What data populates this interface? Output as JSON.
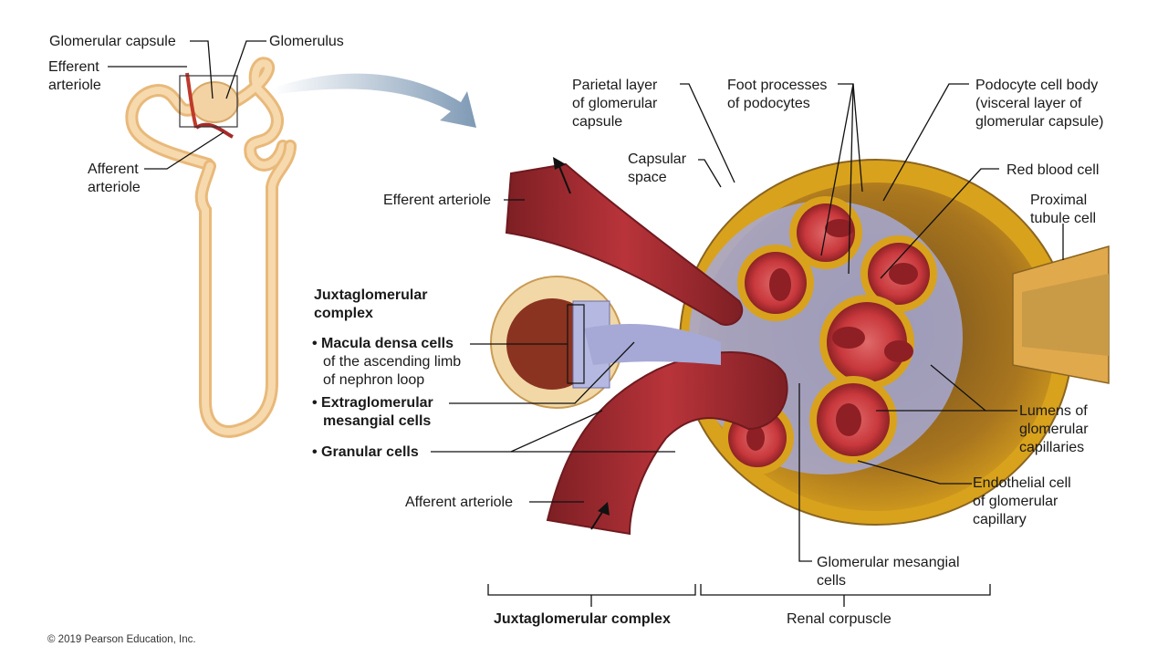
{
  "colors": {
    "nephron": "#f1ca96",
    "arteriole_red": "#b8343a",
    "capsule_gold": "#d9a21c",
    "mesangial_blue": "#8f93c6",
    "pointer_arrow": "#8fa8c0"
  },
  "labels": {
    "glomerular_capsule": "Glomerular capsule",
    "glomerulus": "Glomerulus",
    "efferent_arteriole_small": [
      "Efferent",
      "arteriole"
    ],
    "afferent_arteriole_small": [
      "Afferent",
      "arteriole"
    ],
    "parietal_layer": [
      "Parietal layer",
      "of glomerular",
      "capsule"
    ],
    "foot_processes": [
      "Foot processes",
      "of podocytes"
    ],
    "podocyte_body": [
      "Podocyte cell body",
      "(visceral layer of",
      "glomerular capsule)"
    ],
    "capsular_space": [
      "Capsular",
      "space"
    ],
    "red_blood_cell": "Red blood cell",
    "efferent_arteriole": "Efferent arteriole",
    "proximal_tubule_cell": [
      "Proximal",
      "tubule cell"
    ],
    "jg_complex_heading": [
      "Juxtaglomerular",
      "complex"
    ],
    "macula_densa": [
      "• Macula densa cells",
      "of the ascending limb",
      "of nephron loop"
    ],
    "extraglomerular": [
      "• Extraglomerular",
      "mesangial cells"
    ],
    "granular_cells": "• Granular cells",
    "lumens": [
      "Lumens of",
      "glomerular",
      "capillaries"
    ],
    "endothelial": [
      "Endothelial cell",
      "of glomerular",
      "capillary"
    ],
    "afferent_arteriole": "Afferent arteriole",
    "glomerular_mesangial": [
      "Glomerular mesangial",
      "cells"
    ],
    "bracket_jg": "Juxtaglomerular complex",
    "bracket_renal": "Renal corpuscle"
  },
  "copyright": "© 2019 Pearson Education, Inc."
}
